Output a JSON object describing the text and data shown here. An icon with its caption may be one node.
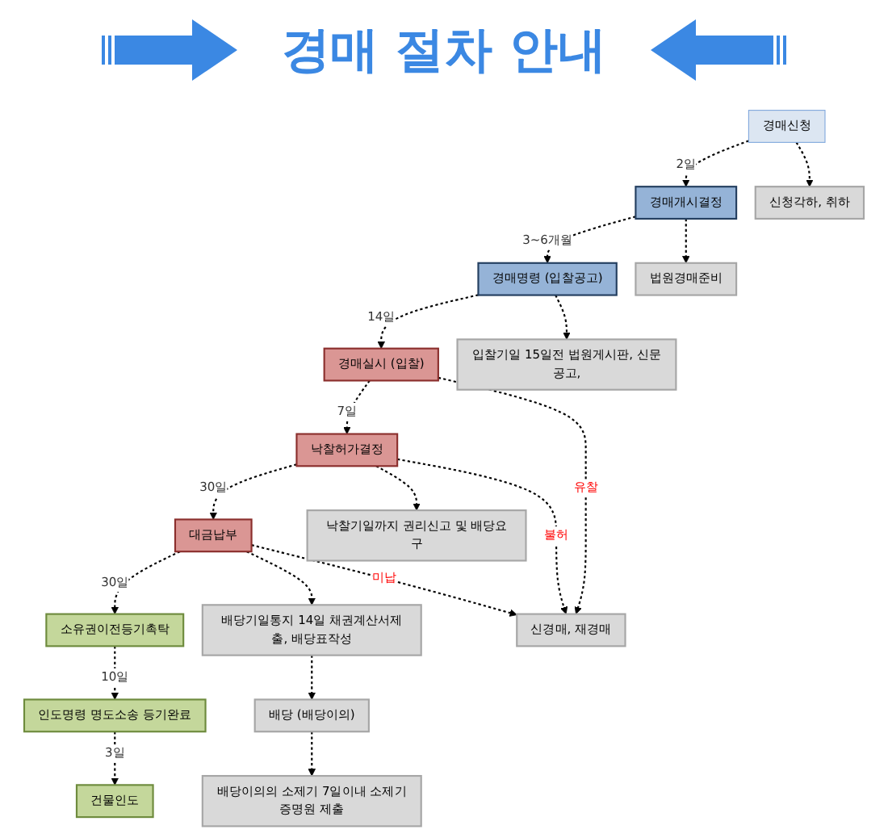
{
  "diagram": {
    "title": "경매 절차 안내",
    "nodes": [
      {
        "text": [
          "경매신청"
        ]
      },
      {
        "text": [
          "경매개시결정"
        ]
      },
      {
        "text": [
          "경매명령 (입찰공고)"
        ]
      },
      {
        "text": [
          "경매실시 (입찰)"
        ]
      },
      {
        "text": [
          "낙찰허가결정"
        ]
      },
      {
        "text": [
          "대금납부"
        ]
      },
      {
        "text": [
          "소유권이전등기촉탁"
        ]
      },
      {
        "text": [
          "인도명령 명도소송 등기완료"
        ]
      },
      {
        "text": [
          "건물인도"
        ]
      },
      {
        "text": [
          "신청각하, 취하"
        ]
      },
      {
        "text": [
          "법원경매준비"
        ]
      },
      {
        "text": [
          "입찰기일 15일전 법원게시판, 신문공고,"
        ]
      },
      {
        "text": [
          "낙찰기일까지 권리신고 및 배당요구"
        ]
      },
      {
        "text": [
          "배당기일통지 14일 채권계산서제출, 배당표작성"
        ]
      },
      {
        "text": [
          "배당 (배당이의)"
        ]
      },
      {
        "text": [
          "배당이의의 소제기 7일이내 소제기증명원 제출"
        ]
      },
      {
        "text": [
          "신경매, 재경매"
        ]
      }
    ],
    "edges": [
      {
        "from": 0,
        "to": 1,
        "arrow": "to",
        "label": "2일",
        "style": "dashed"
      },
      {
        "from": 0,
        "to": 9,
        "arrow": "to",
        "style": "dashed"
      },
      {
        "from": 1,
        "to": 2,
        "arrow": "to",
        "label": "3~6개월",
        "style": "dashed"
      },
      {
        "from": 1,
        "to": 10,
        "arrow": "to",
        "style": "dashed"
      },
      {
        "from": 2,
        "to": 3,
        "arrow": "to",
        "label": "14일",
        "style": "dashed"
      },
      {
        "from": 2,
        "to": 11,
        "arrow": "to",
        "style": "dashed"
      },
      {
        "from": 3,
        "to": 4,
        "arrow": "to",
        "label": "7일",
        "style": "dashed"
      },
      {
        "from": 4,
        "to": 5,
        "arrow": "to",
        "label": "30일",
        "style": "dashed"
      },
      {
        "from": 4,
        "to": 12,
        "arrow": "to",
        "style": "dashed"
      },
      {
        "from": 5,
        "to": 6,
        "arrow": "to",
        "label": "30일",
        "style": "dashed"
      },
      {
        "from": 5,
        "to": 13,
        "arrow": "to",
        "style": "dashed"
      },
      {
        "from": 6,
        "to": 7,
        "arrow": "to",
        "label": "10일",
        "style": "dashed"
      },
      {
        "from": 7,
        "to": 8,
        "arrow": "to",
        "label": "3일",
        "style": "dashed"
      },
      {
        "from": 13,
        "to": 14,
        "arrow": "to",
        "style": "dashed"
      },
      {
        "from": 14,
        "to": 15,
        "arrow": "to",
        "style": "dashed"
      },
      {
        "from": 3,
        "to": 16,
        "arrow": "to",
        "label": "유찰",
        "style": "dashed"
      },
      {
        "from": 4,
        "to": 16,
        "arrow": "to",
        "label": "불허",
        "style": "dashed"
      },
      {
        "from": 5,
        "to": 16,
        "arrow": "to",
        "label": "미납",
        "style": "dashed"
      }
    ]
  }
}
